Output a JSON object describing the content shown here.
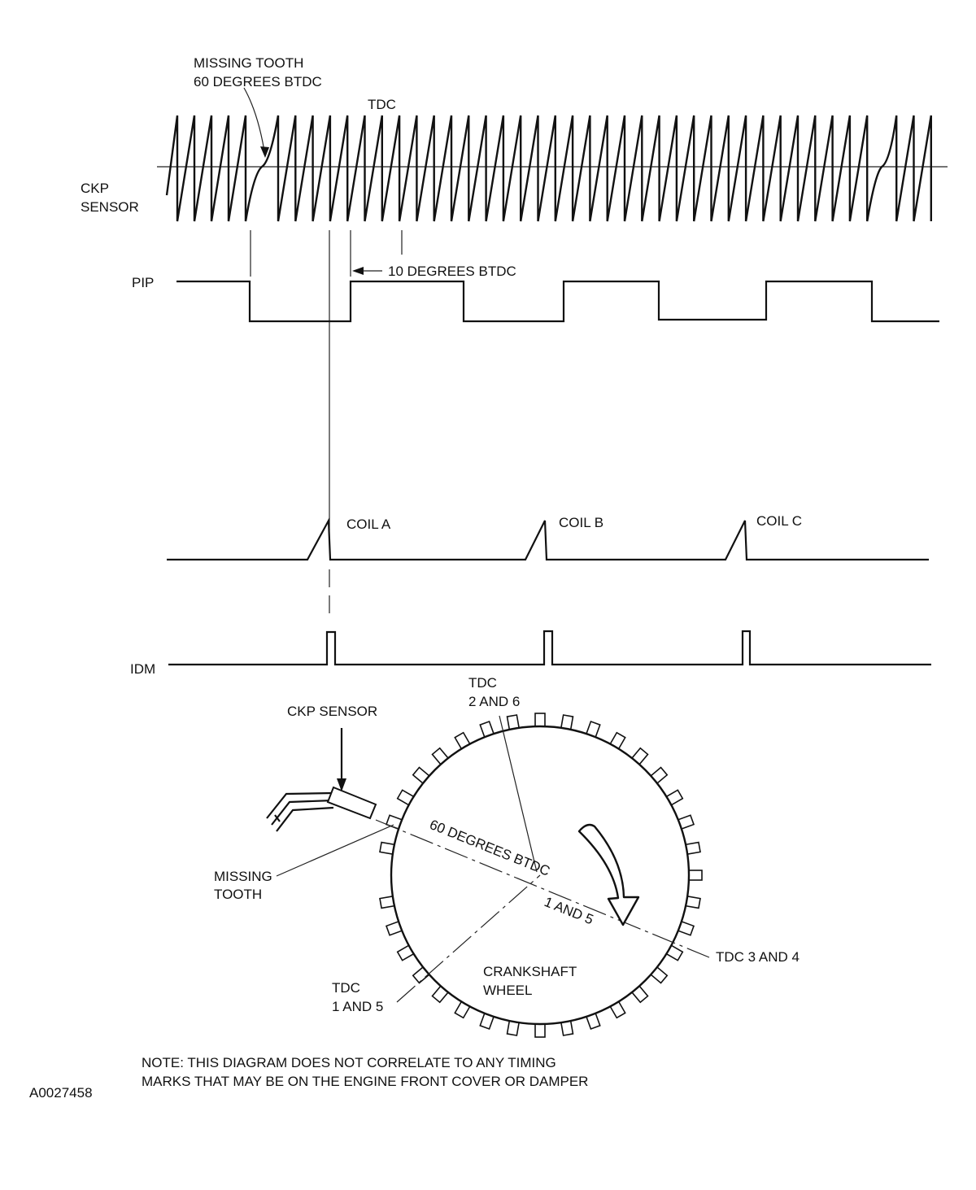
{
  "labels": {
    "missing_tooth_line1": "MISSING TOOTH",
    "missing_tooth_line2": "60 DEGREES BTDC",
    "tdc_top": "TDC",
    "ckp_line1": "CKP",
    "ckp_line2": "SENSOR",
    "pip": "PIP",
    "ten_deg": "10 DEGREES BTDC",
    "coil_a": "COIL A",
    "coil_b": "COIL B",
    "coil_c": "COIL C",
    "idm": "IDM",
    "tdc_26_line1": "TDC",
    "tdc_26_line2": "2 AND 6",
    "ckp_sensor": "CKP SENSOR",
    "missing_tooth2_line1": "MISSING",
    "missing_tooth2_line2": "TOOTH",
    "sixty_deg_btdc": "60 DEGREES BTDC",
    "one_and_five": "1 AND 5",
    "tdc_34": "TDC 3 AND 4",
    "tdc_15_line1": "TDC",
    "tdc_15_line2": "1 AND 5",
    "crank_line1": "CRANKSHAFT",
    "crank_line2": "WHEEL",
    "note_line1": "NOTE: THIS DIAGRAM DOES NOT CORRELATE TO ANY TIMING",
    "note_line2": "MARKS THAT MAY BE ON THE ENGINE FRONT COVER OR DAMPER",
    "figure_id": "A0027458"
  }
}
